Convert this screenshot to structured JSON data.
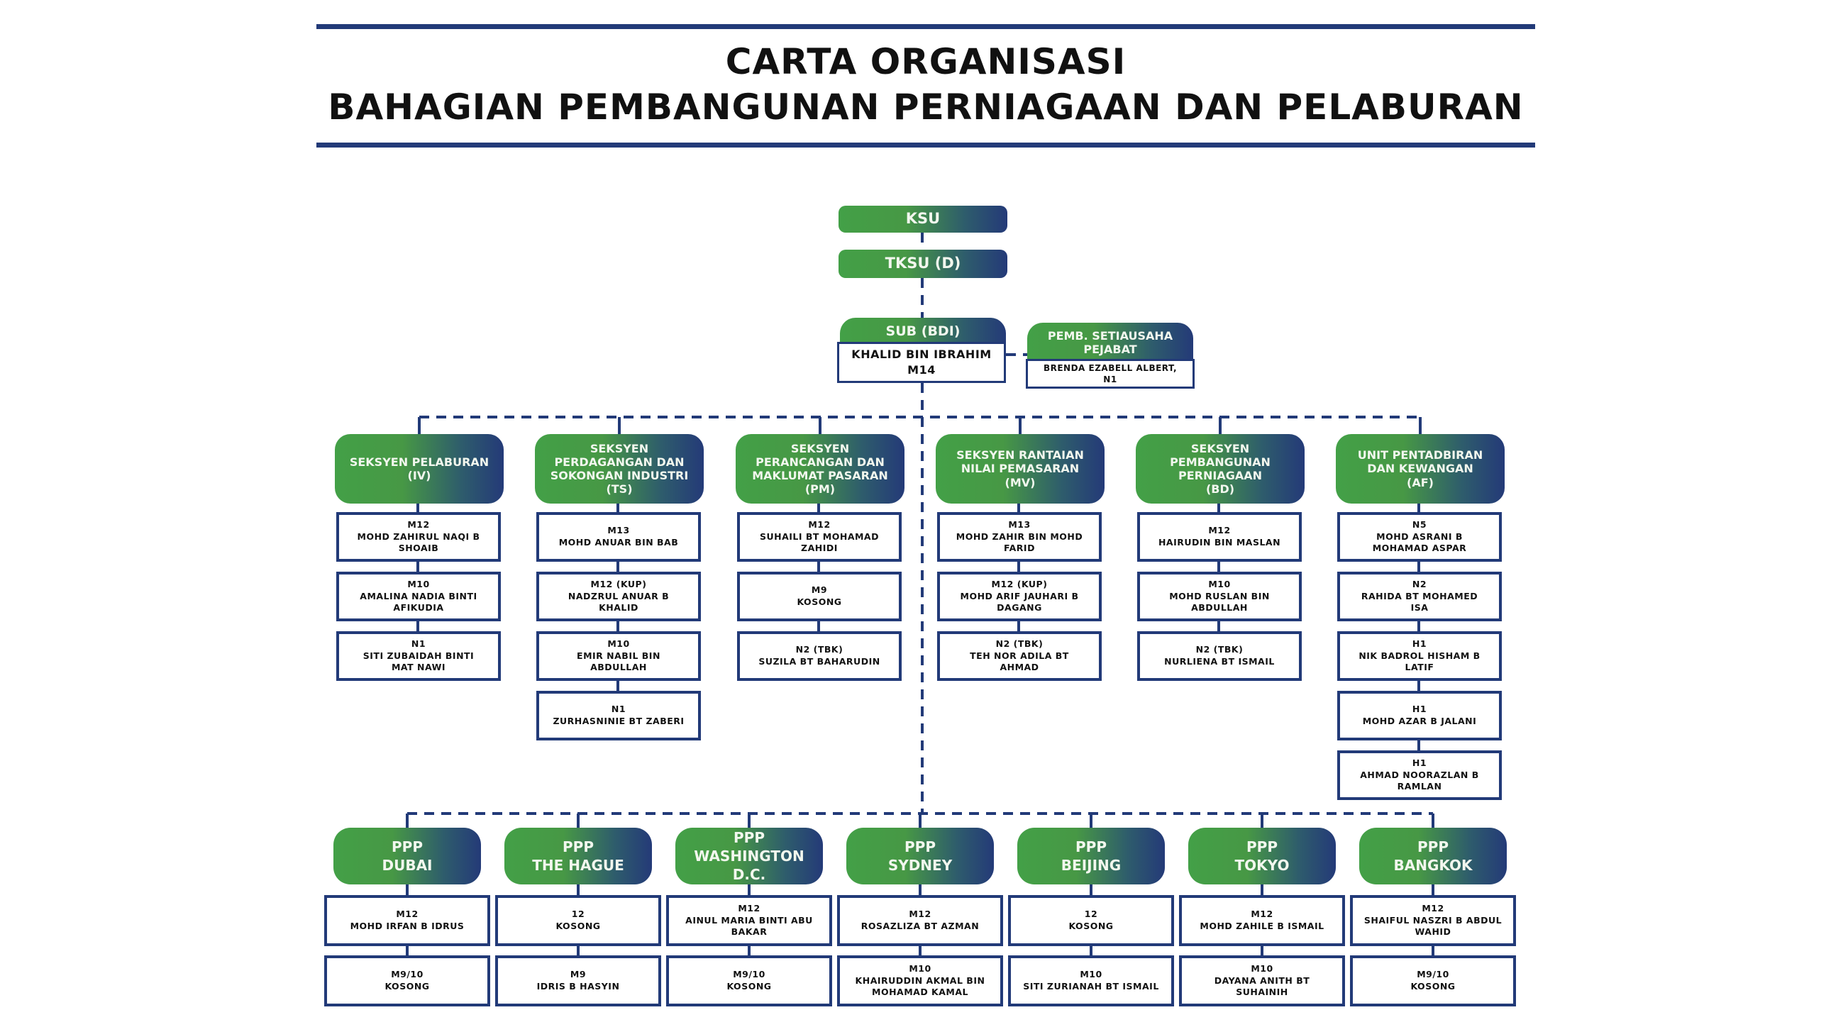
{
  "header": {
    "title_line1": "CARTA ORGANISASI",
    "title_line2": "BAHAGIAN PEMBANGUNAN PERNIAGAAN DAN PELABURAN"
  },
  "colors": {
    "header_green": "#43a047",
    "header_navy": "#243a78",
    "border_navy": "#223a78"
  },
  "top": {
    "ksu": "KSU",
    "tksu": "TKSU (D)",
    "sub": {
      "title": "SUB (BDI)",
      "name": "KHALID BIN IBRAHIM",
      "grade": "M14"
    },
    "secretary": {
      "title": "PEMB. SETIAUSAHA\nPEJABAT",
      "name": "BRENDA EZABELL ALBERT,",
      "grade": "N1"
    }
  },
  "sections": [
    {
      "title": "SEKSYEN PELABURAN\n(IV)",
      "staff": [
        {
          "grade": "M12",
          "name": "MOHD ZAHIRUL NAQI B SHOAIB"
        },
        {
          "grade": "M10",
          "name": "AMALINA NADIA BINTI AFIKUDIA"
        },
        {
          "grade": "N1",
          "name": "SITI ZUBAIDAH BINTI MAT NAWI"
        }
      ]
    },
    {
      "title": "SEKSYEN\nPERDAGANGAN DAN\nSOKONGAN INDUSTRI\n(TS)",
      "staff": [
        {
          "grade": "M13",
          "name": "MOHD ANUAR BIN BAB"
        },
        {
          "grade": "M12 (KUP)",
          "name": "NADZRUL ANUAR B KHALID"
        },
        {
          "grade": "M10",
          "name": "EMIR NABIL BIN ABDULLAH"
        },
        {
          "grade": "N1",
          "name": "ZURHASNINIE BT ZABERI"
        }
      ]
    },
    {
      "title": "SEKSYEN\nPERANCANGAN DAN\nMAKLUMAT PASARAN\n(PM)",
      "staff": [
        {
          "grade": "M12",
          "name": "SUHAILI BT MOHAMAD ZAHIDI"
        },
        {
          "grade": "M9",
          "name": "KOSONG"
        },
        {
          "grade": "N2 (TBK)",
          "name": "SUZILA BT BAHARUDIN"
        }
      ]
    },
    {
      "title": "SEKSYEN RANTAIAN\nNILAI PEMASARAN\n(MV)",
      "staff": [
        {
          "grade": "M13",
          "name": "MOHD ZAHIR BIN MOHD FARID"
        },
        {
          "grade": "M12 (KUP)",
          "name": "MOHD ARIF JAUHARI B DAGANG"
        },
        {
          "grade": "N2 (TBK)",
          "name": "TEH NOR ADILA BT AHMAD"
        }
      ]
    },
    {
      "title": "SEKSYEN\nPEMBANGUNAN\nPERNIAGAAN\n(BD)",
      "staff": [
        {
          "grade": "M12",
          "name": "HAIRUDIN BIN MASLAN"
        },
        {
          "grade": "M10",
          "name": "MOHD RUSLAN BIN ABDULLAH"
        },
        {
          "grade": "N2 (TBK)",
          "name": "NURLIENA BT ISMAIL"
        }
      ]
    },
    {
      "title": "UNIT PENTADBIRAN\nDAN KEWANGAN\n(AF)",
      "staff": [
        {
          "grade": "N5",
          "name": "MOHD ASRANI B MOHAMAD ASPAR"
        },
        {
          "grade": "N2",
          "name": "RAHIDA BT MOHAMED ISA"
        },
        {
          "grade": "H1",
          "name": "NIK BADROL HISHAM B LATIF"
        },
        {
          "grade": "H1",
          "name": "MOHD AZAR B JALANI"
        },
        {
          "grade": "H1",
          "name": "AHMAD NOORAZLAN B RAMLAN"
        }
      ]
    }
  ],
  "offices": [
    {
      "title": "PPP\nDUBAI",
      "staff": [
        {
          "grade": "M12",
          "name": "MOHD IRFAN B IDRUS"
        },
        {
          "grade": "M9/10",
          "name": "KOSONG"
        }
      ]
    },
    {
      "title": "PPP\nTHE HAGUE",
      "staff": [
        {
          "grade": "12",
          "name": "KOSONG"
        },
        {
          "grade": "M9",
          "name": "IDRIS B HASYIN"
        }
      ]
    },
    {
      "title": "PPP\nWASHINGTON D.C.",
      "staff": [
        {
          "grade": "M12",
          "name": "AINUL MARIA BINTI ABU BAKAR"
        },
        {
          "grade": "M9/10",
          "name": "KOSONG"
        }
      ]
    },
    {
      "title": "PPP\nSYDNEY",
      "staff": [
        {
          "grade": "M12",
          "name": "ROSAZLIZA BT AZMAN"
        },
        {
          "grade": "M10",
          "name": "KHAIRUDDIN AKMAL BIN MOHAMAD KAMAL"
        }
      ]
    },
    {
      "title": "PPP\nBEIJING",
      "staff": [
        {
          "grade": "12",
          "name": "KOSONG"
        },
        {
          "grade": "M10",
          "name": "SITI ZURIANAH BT ISMAIL"
        }
      ]
    },
    {
      "title": "PPP\nTOKYO",
      "staff": [
        {
          "grade": "M12",
          "name": "MOHD ZAHILE B ISMAIL"
        },
        {
          "grade": "M10",
          "name": "DAYANA ANITH BT SUHAINIH"
        }
      ]
    },
    {
      "title": "PPP\nBANGKOK",
      "staff": [
        {
          "grade": "M12",
          "name": "SHAIFUL NASZRI B ABDUL WAHID"
        },
        {
          "grade": "M9/10",
          "name": "KOSONG"
        }
      ]
    }
  ]
}
